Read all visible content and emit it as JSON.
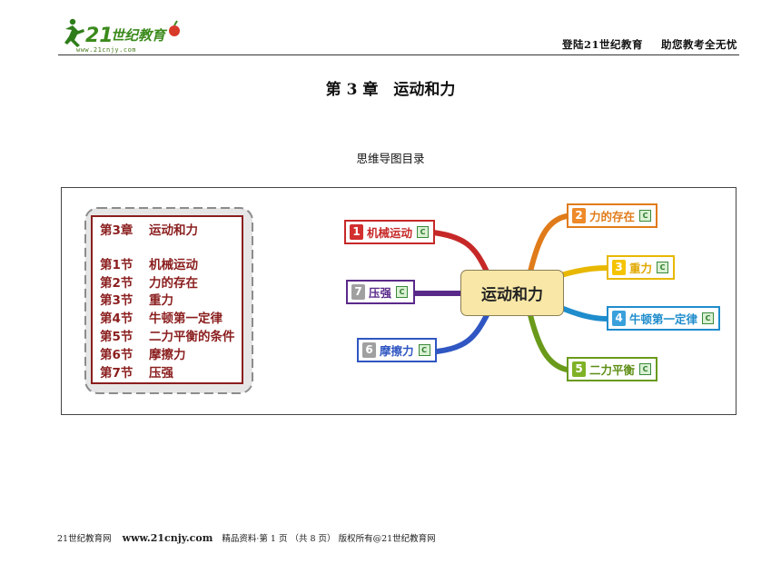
{
  "header": {
    "logo_text": "21世纪教育",
    "logo_url": "www.21cnjy.com",
    "slogan_left": "登陆21世纪教育",
    "slogan_right": "助您教考全无忧"
  },
  "title": "第 3 章　运动和力",
  "subtitle": "思维导图目录",
  "toc": {
    "chapter": {
      "num": "第3章",
      "name": "运动和力"
    },
    "sections": [
      {
        "num": "第1节",
        "name": "机械运动"
      },
      {
        "num": "第2节",
        "name": "力的存在"
      },
      {
        "num": "第3节",
        "name": "重力"
      },
      {
        "num": "第4节",
        "name": "牛顿第一定律"
      },
      {
        "num": "第5节",
        "name": "二力平衡的条件"
      },
      {
        "num": "第6节",
        "name": "摩擦力"
      },
      {
        "num": "第7节",
        "name": "压强"
      }
    ]
  },
  "mindmap": {
    "center": "运动和力",
    "nodes": [
      {
        "num": "1",
        "label": "机械运动",
        "color": "#c62828",
        "badge_color": "#d32f2f"
      },
      {
        "num": "2",
        "label": "力的存在",
        "color": "#e07b1a",
        "badge_color": "#ee8a2a"
      },
      {
        "num": "3",
        "label": "重力",
        "color": "#e8b800",
        "badge_color": "#f5c400"
      },
      {
        "num": "4",
        "label": "牛顿第一定律",
        "color": "#1f8ccc",
        "badge_color": "#3aa0dc"
      },
      {
        "num": "5",
        "label": "二力平衡",
        "color": "#6a9a1a",
        "badge_color": "#7fb226"
      },
      {
        "num": "6",
        "label": "摩擦力",
        "color": "#2f56c2",
        "badge_color": "#a0a0a0"
      },
      {
        "num": "7",
        "label": "压强",
        "color": "#5a2a8a",
        "badge_color": "#a0a0a0"
      }
    ],
    "note_icon": "C"
  },
  "footer": {
    "left": "21世纪教育网",
    "url": "www.21cnjy.com",
    "right": "精品资料·第 1 页 （共 8 页） 版权所有@21世纪教育网"
  }
}
